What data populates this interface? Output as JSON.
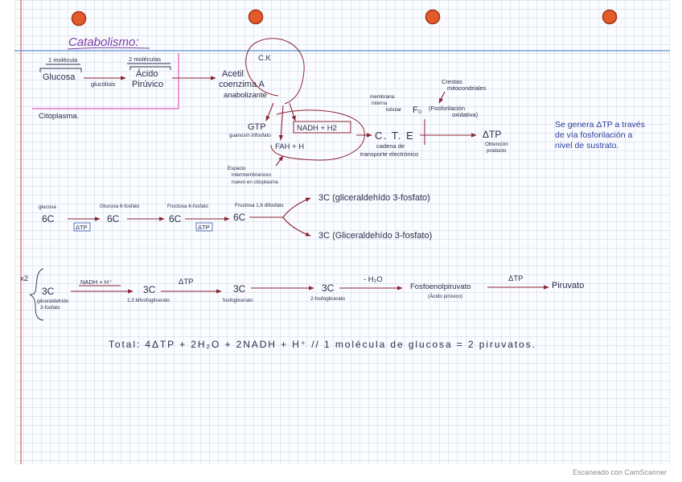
{
  "page": {
    "title": "Catabolismo:",
    "footer": "Escaneado con CamScanner"
  },
  "colors": {
    "ink": "#2d2c4c",
    "arrow": "#8a2433",
    "title": "#7b3fa6",
    "cytoplasm_box": "#e772c3",
    "side_note": "#2c3f9e",
    "grid": "#b9c6d9",
    "margin_line": "#d9534f",
    "header_line": "#5d8fd6",
    "hole": "#e35a2b"
  },
  "overview": {
    "glucose_qty": "1 molécula",
    "glucose": "Glucosa",
    "glycolysis": "glucólisis",
    "pyruvic_qty": "2 moléculas",
    "pyruvic": [
      "Ácido",
      "Pirúvico"
    ],
    "acetyl": [
      "Acetil",
      "coenzima A",
      "anabolizante"
    ],
    "krebs": "C.K",
    "gtp": "GTP",
    "gtp_name": "guanosín trifosfato",
    "nadh": "NADH + H2",
    "fadh": "FAH + H",
    "cte": "C. T. E",
    "cte_name": [
      "cadena de",
      "transporte electrónico"
    ],
    "crests": [
      "Crestas",
      "mitocondriales"
    ],
    "membrane": [
      "membrana",
      "interna",
      "tubular"
    ],
    "f0": "F₀",
    "f0_name": [
      "(Fosforilación",
      "oxidativa)"
    ],
    "atp": "ΔTP",
    "atp_note": [
      "Obtención",
      "producto"
    ],
    "cytoplasm": "Citoplasma.",
    "intermembrane": [
      "Espacio",
      "intermembranoso",
      "nuevo en citoplasma"
    ],
    "side_note": [
      "Se genera ΔTP a través",
      "de vía fosforilación a",
      "nivel de sustrato."
    ]
  },
  "phase1": {
    "steps": [
      {
        "name": "glucosa",
        "carbons": "6C"
      },
      {
        "name": "Glucosa 6-fosfato",
        "carbons": "6C"
      },
      {
        "name": "Fructosa 6-fosfato",
        "carbons": "6C"
      },
      {
        "name": "Fructosa 1,6 difosfato",
        "carbons": "6C"
      }
    ],
    "atp_labels": [
      "ΔTP",
      "ΔTP"
    ],
    "products": [
      "3C (gliceraldehído 3-fosfato)",
      "3C (Gliceraldehído 3-fosfato)"
    ]
  },
  "phase2": {
    "multiplier": "x2",
    "steps": [
      {
        "carbons": "3C",
        "name": [
          "gliceraldehído",
          "3-fosfato"
        ]
      },
      {
        "carbons": "3C",
        "name": [
          "1,3 bifosfoglicerato"
        ]
      },
      {
        "carbons": "3C",
        "name": [
          "fosfoglicerato"
        ]
      },
      {
        "carbons": "3C",
        "name": [
          "2-fosfoglicerato"
        ]
      }
    ],
    "pep": [
      "Fosfoenolpiruvato",
      "(Ácido pirúvico)"
    ],
    "arrow_labels": [
      "NADH + H⁺",
      "ΔTP",
      "- H₂O",
      "ΔTP"
    ],
    "final": "Piruvato"
  },
  "total": "Total: 4ΔTP + 2H₂O + 2NADH + H⁺ // 1 molécula de glucosa = 2 piruvatos."
}
